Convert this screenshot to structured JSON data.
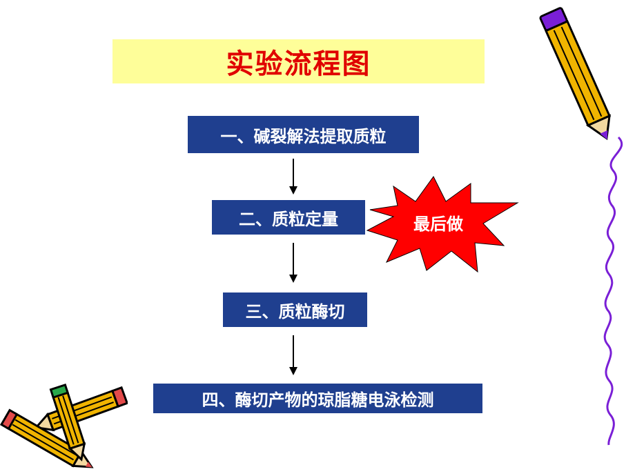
{
  "title": "实验流程图",
  "steps": [
    "一、碱裂解法提取质粒",
    "二、质粒定量",
    "三、质粒酶切",
    "四、酶切产物的琼脂糖电泳检测"
  ],
  "callout": "最后做",
  "colors": {
    "title_bg": "#fefe99",
    "title_text": "#e00000",
    "step_bg": "#1f3f8f",
    "step_text": "#ffffff",
    "burst_fill": "#ff0000",
    "squiggle": "#7a1fd6"
  },
  "icons": [
    "pencil-icon",
    "crossed-pencils-icon",
    "squiggle-line"
  ]
}
